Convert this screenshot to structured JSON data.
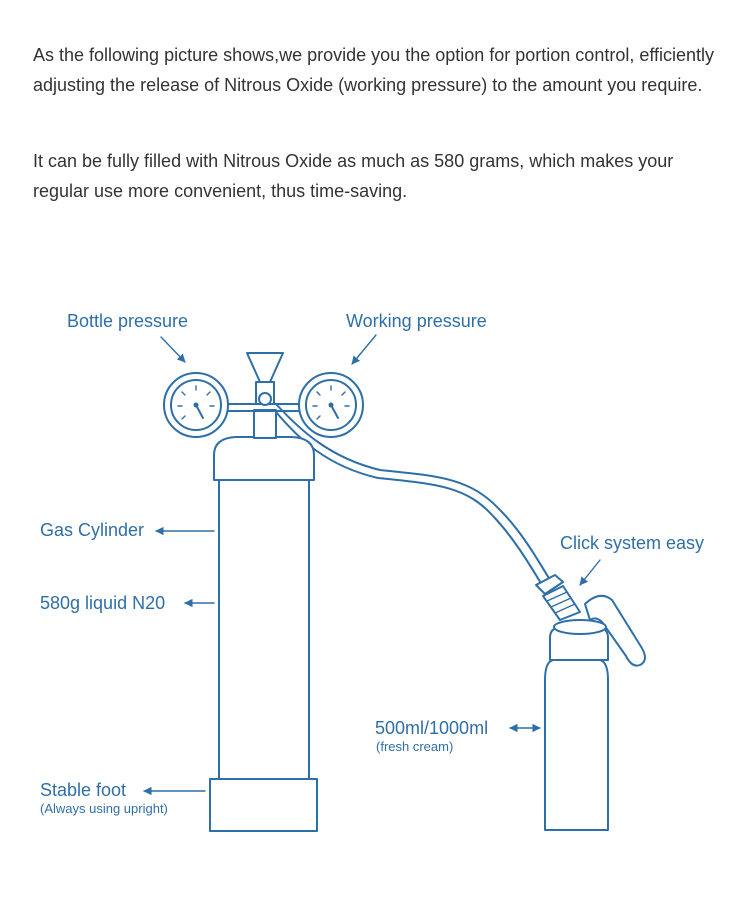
{
  "intro": {
    "paragraph1": "As the following picture shows,we provide you the option for portion control, efficiently adjusting the release of Nitrous Oxide (working pressure) to the amount you require.",
    "paragraph2": "It can be fully filled with Nitrous Oxide as much as 580 grams, which makes your regular use more convenient, thus time-saving."
  },
  "diagram": {
    "line_color": "#2f6fa8",
    "text_color": "#333333",
    "labels": {
      "bottle_pressure": "Bottle pressure",
      "working_pressure": "Working pressure",
      "gas_cylinder": "Gas Cylinder",
      "liquid": "580g liquid N20",
      "stable_foot": "Stable foot",
      "stable_foot_note": "(Always using upright)",
      "click_system": "Click system easy",
      "volume": "500ml/1000ml",
      "volume_note": "(fresh cream)"
    }
  }
}
